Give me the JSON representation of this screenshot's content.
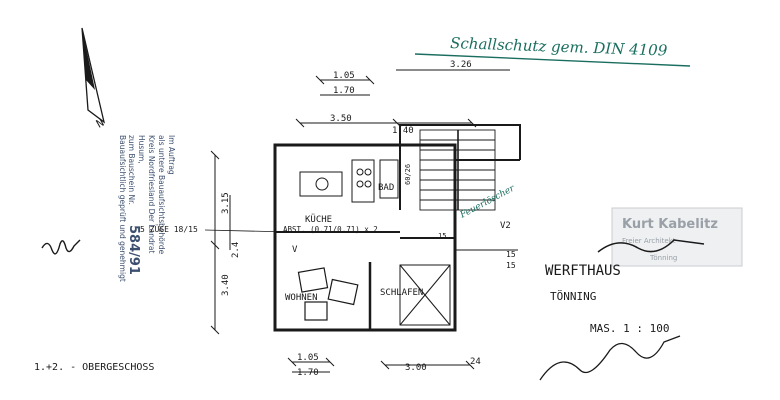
{
  "header_note": "Schallschutz gem. DIN 4109",
  "stamp": {
    "lines": [
      "Bauaufsichtlich geprüft und genehmigt",
      "zum Bauschein Nr.",
      "Husum,",
      "Kreis Nordfriesland Der Landrat",
      "als untere Bauaufsichtsbehörde",
      "Im Auftrag"
    ],
    "number": "584/91"
  },
  "north_label": "N",
  "architect": {
    "name": "Kurt Kabelitz",
    "line2": "Freier Architekt",
    "line3": "Tönning"
  },
  "dimensions": {
    "top_a": "1.05",
    "top_b": "1.70",
    "top_c": "3.26",
    "top_d": "3.50",
    "top_e": "1.40",
    "left_a": "3.15",
    "left_b": "2.4",
    "left_c": "3.40",
    "bottom_a": "1.05",
    "bottom_b": "1.70",
    "bottom_c": "3.00",
    "bottom_d": "24",
    "right_a": "15",
    "right_b": "15",
    "bad_dim": "60/26"
  },
  "rooms": {
    "kueche": "KÜCHE",
    "abstellraum": "ABST. (0.71/0.71) x 2",
    "bad": "BAD",
    "wohnen": "WOHNEN",
    "schlafen": "SCHLAFEN"
  },
  "annotations": {
    "zuege": "5 ZÜGE 18/15",
    "feuerloescher": "Feuerlöscher",
    "v_left": "V",
    "v_right": "V2",
    "fifteen": "15"
  },
  "title": {
    "name": "WERFTHAUS",
    "place": "TÖNNING",
    "scale": "MAS. 1 : 100"
  },
  "floor_label": "1.+2. - OBERGESCHOSS",
  "colors": {
    "ink": "#1a1a1a",
    "green_ink": "#1a6e5f",
    "stamp_blue": "#3c4f6e",
    "stamp_gray": "#9aa0a8"
  }
}
